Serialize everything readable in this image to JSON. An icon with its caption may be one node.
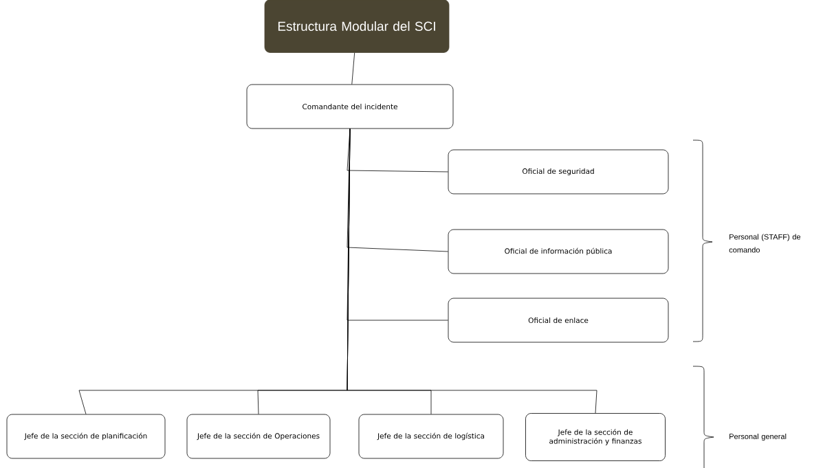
{
  "diagram": {
    "nodes": [
      {
        "text": [
          "Estructura Modular del SCI"
        ]
      },
      {
        "text": [
          "Comandante del incidente"
        ]
      },
      {
        "text": [
          "Oficial de seguridad"
        ]
      },
      {
        "text": [
          "Oficial de información pública"
        ]
      },
      {
        "text": [
          "Oficial de enlace"
        ]
      },
      {
        "text": [
          "Jefe de la sección de planificación"
        ]
      },
      {
        "text": [
          "Jefe de la sección de Operaciones"
        ]
      },
      {
        "text": [
          "Jefe de la sección de logística"
        ]
      },
      {
        "text": [
          "Jefe de la sección de administración y finanzas"
        ]
      }
    ],
    "edges": [
      {
        "from": 0,
        "to": 1,
        "arrow": "none"
      },
      {
        "from": 1,
        "to": 2,
        "arrow": "none"
      },
      {
        "from": 1,
        "to": 3,
        "arrow": "none"
      },
      {
        "from": 1,
        "to": 4,
        "arrow": "none"
      },
      {
        "from": 1,
        "to": 5,
        "arrow": "none"
      },
      {
        "from": 1,
        "to": 6,
        "arrow": "none"
      },
      {
        "from": 1,
        "to": 7,
        "arrow": "none"
      },
      {
        "from": 1,
        "to": 8,
        "arrow": "none"
      }
    ],
    "labels": [
      "Personal (STAFF) de comando",
      "Personal general"
    ]
  }
}
